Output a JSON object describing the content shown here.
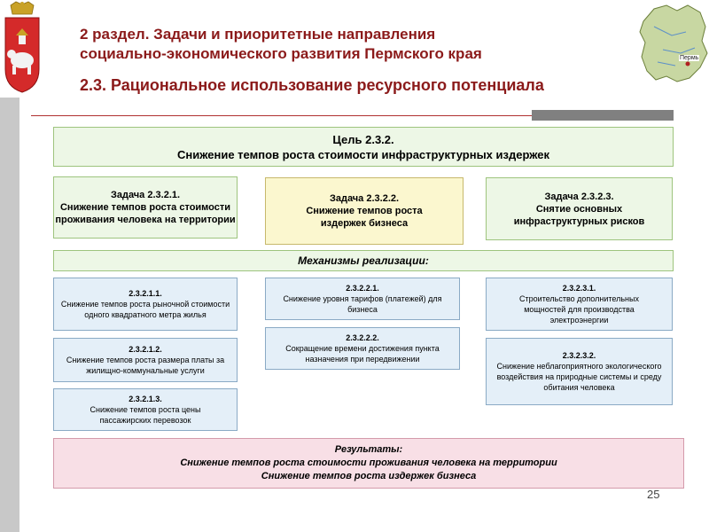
{
  "header": {
    "title_line1": "2 раздел. Задачи и приоритетные направления",
    "title_line2": "социально-экономического развития Пермского края",
    "subtitle": "2.3. Рациональное использование ресурсного потенциала",
    "map_label": "Пермь"
  },
  "goal": {
    "label": "Цель 2.3.2.",
    "text": "Снижение темпов роста стоимости инфраструктурных издержек"
  },
  "tasks": [
    {
      "label": "Задача 2.3.2.1.",
      "text": "Снижение темпов роста стоимости проживания человека на территории"
    },
    {
      "label": "Задача 2.3.2.2.",
      "text": "Снижение темпов роста издержек бизнеса"
    },
    {
      "label": "Задача 2.3.2.3.",
      "text": "Снятие основных инфраструктурных рисков"
    }
  ],
  "mechanisms_label": "Механизмы реализации:",
  "mechanisms": {
    "col1": [
      {
        "code": "2.3.2.1.1.",
        "text": "Снижение темпов роста рыночной стоимости одного квадратного метра жилья"
      },
      {
        "code": "2.3.2.1.2.",
        "text": "Снижение темпов роста размера платы за жилищно-коммунальные услуги"
      },
      {
        "code": "2.3.2.1.3.",
        "text": "Снижение темпов роста цены пассажирских перевозок"
      }
    ],
    "col2": [
      {
        "code": "2.3.2.2.1.",
        "text": "Снижение уровня тарифов (платежей) для бизнеса"
      },
      {
        "code": "2.3.2.2.2.",
        "text": "Сокращение времени достижения пункта назначения при передвижении"
      }
    ],
    "col3": [
      {
        "code": "2.3.2.3.1.",
        "text": "Строительство дополнительных мощностей для производства электроэнергии"
      },
      {
        "code": "2.3.2.3.2.",
        "text": "Снижение неблагоприятного экологического воздействия на природные системы и среду обитания человека"
      }
    ]
  },
  "results": {
    "label": "Результаты:",
    "line1": "Снижение темпов роста стоимости проживания человека на территории",
    "line2": "Снижение темпов роста издержек бизнеса"
  },
  "page_number": "25"
}
